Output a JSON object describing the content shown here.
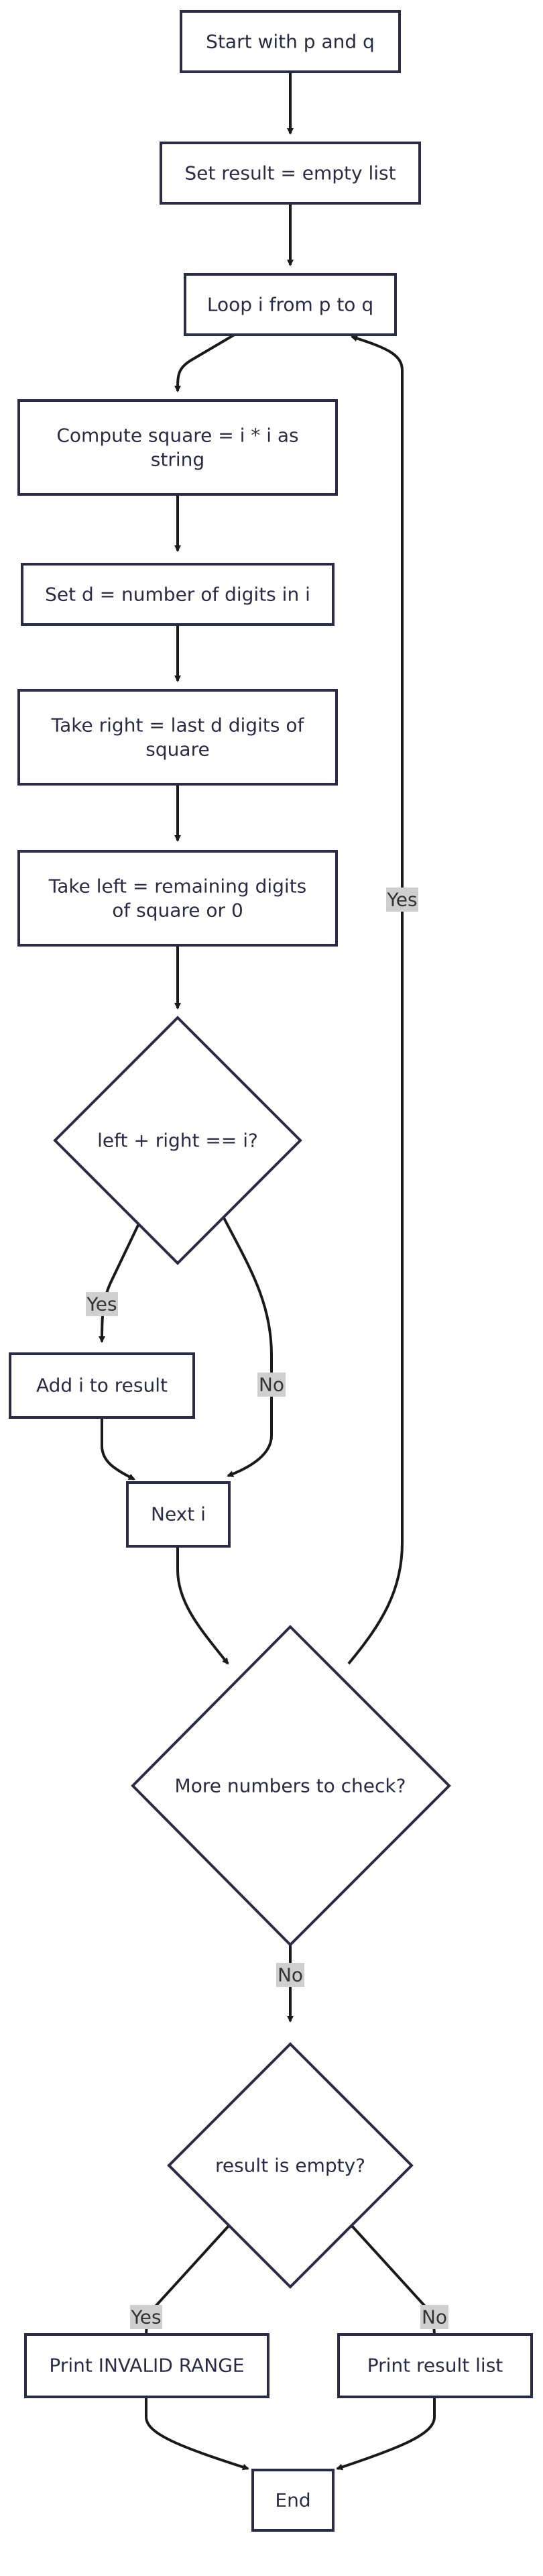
{
  "nodes": {
    "start": {
      "lines": [
        "Start with p and q"
      ]
    },
    "init_result": {
      "lines": [
        "Set result = empty list"
      ]
    },
    "loop": {
      "lines": [
        "Loop i from p to q"
      ]
    },
    "compute_square": {
      "lines": [
        "Compute square = i * i as",
        "string"
      ]
    },
    "set_d": {
      "lines": [
        "Set d = number of digits in i"
      ]
    },
    "take_right": {
      "lines": [
        "Take right = last d digits of",
        "square"
      ]
    },
    "take_left": {
      "lines": [
        "Take left = remaining digits",
        "of square or 0"
      ]
    },
    "kaprekar_check": {
      "lines": [
        "left + right == i?"
      ]
    },
    "add_result": {
      "lines": [
        "Add i to result"
      ]
    },
    "next_i": {
      "lines": [
        "Next i"
      ]
    },
    "more_check": {
      "lines": [
        "More numbers to check?"
      ]
    },
    "empty_check": {
      "lines": [
        "result is empty?"
      ]
    },
    "print_invalid": {
      "lines": [
        "Print INVALID RANGE"
      ]
    },
    "print_list": {
      "lines": [
        "Print result list"
      ]
    },
    "end": {
      "lines": [
        "End"
      ]
    }
  },
  "edge_labels": {
    "kaprekar_yes": "Yes",
    "kaprekar_no": "No",
    "more_yes": "Yes",
    "more_no": "No",
    "empty_yes": "Yes",
    "empty_no": "No"
  }
}
